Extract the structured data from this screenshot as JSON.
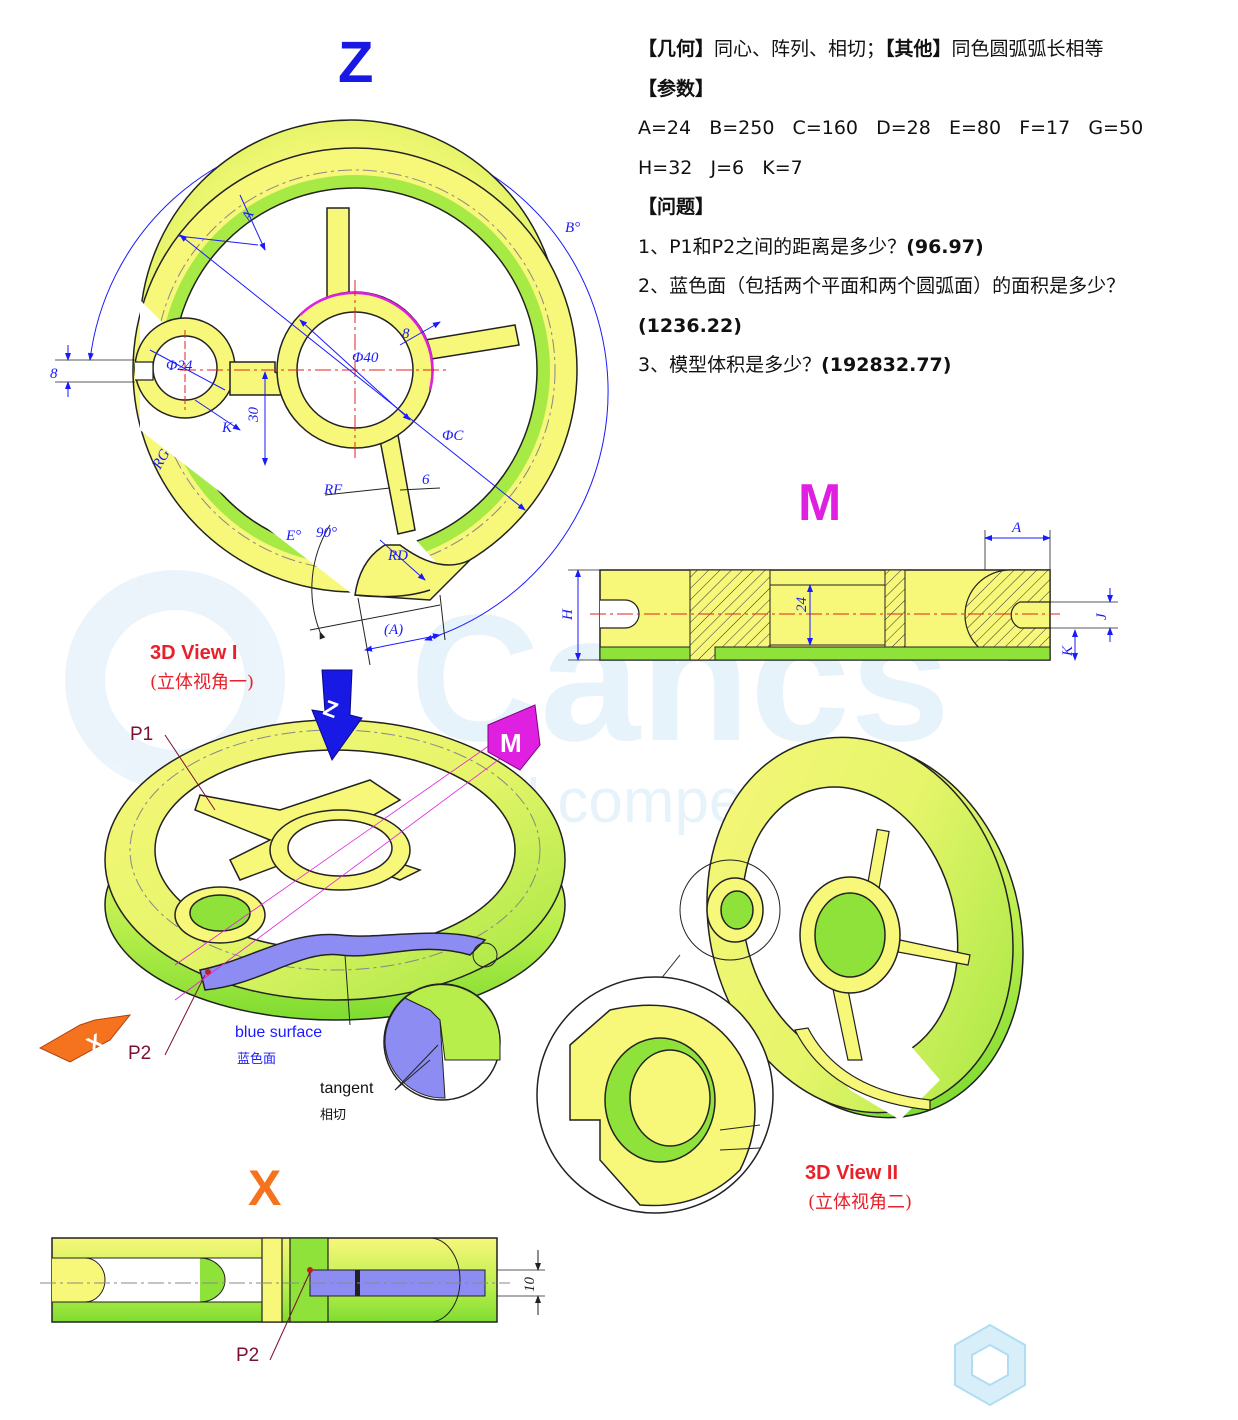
{
  "view_labels": {
    "z": "Z",
    "m": "M",
    "x": "X",
    "view1_title": "3D View I",
    "view1_sub": "(立体视角一)",
    "view2_title": "3D View II",
    "view2_sub": "(立体视角二)",
    "arrow_z": "Z",
    "arrow_m": "M",
    "arrow_x": "X"
  },
  "info": {
    "geometry_tag": "【几何】",
    "geometry_text": "同心、阵列、相切；",
    "other_tag": "【其他】",
    "other_text": "同色圆弧弧长相等",
    "params_tag": "【参数】",
    "params_line1": "A=24   B=250   C=160   D=28   E=80   F=17   G=50",
    "params_line2": "H=32   J=6   K=7",
    "questions_tag": "【问题】",
    "q1": "1、P1和P2之间的距离是多少？",
    "q1_answer": "(96.97)",
    "q2": "2、蓝色面（包括两个平面和两个圆弧面）的面积是多少？",
    "q2_answer": "(1236.22)",
    "q3": "3、模型体积是多少？",
    "q3_answer": "(192832.77)"
  },
  "dimensions_top": {
    "a": "A",
    "b": "B°",
    "phi24": "Φ24",
    "phi40": "Φ40",
    "eight_a": "8",
    "eight_b": "8",
    "thirty": "30",
    "k": "K",
    "rg": "RG",
    "phic": "ΦC",
    "rf": "RF",
    "six": "6",
    "e": "E°",
    "ninety": "90°",
    "rd": "RD",
    "a_paren": "(A)"
  },
  "dimensions_m": {
    "a": "A",
    "h": "H",
    "twentyfour": "24",
    "j": "J",
    "k": "K"
  },
  "dimensions_x": {
    "ten": "10"
  },
  "points": {
    "p1": "P1",
    "p2": "P2",
    "p2_section": "P2"
  },
  "annotations": {
    "blue_surface": "blue surface",
    "blue_surface_cn": "蓝色面",
    "tangent": "tangent",
    "tangent_cn": "相切"
  },
  "watermark": {
    "brand": "Cancs",
    "tagline": "CAD digital competition"
  },
  "colors": {
    "yellow": "#f7f77a",
    "green": "#8ee23a",
    "blue_face": "#8c8cf2",
    "dim_blue": "#1a1aff",
    "magenta": "#e020e0",
    "orange": "#f5731f",
    "z_blue": "#1919e6"
  }
}
